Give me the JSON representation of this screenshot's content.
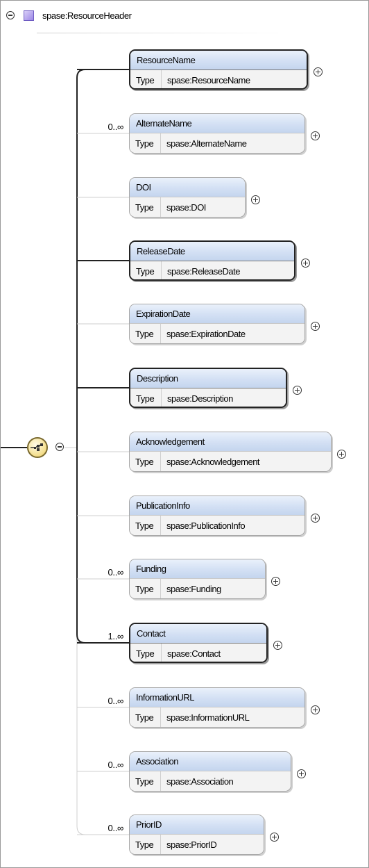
{
  "header": {
    "label": "spase:ResourceHeader"
  },
  "type_label": "Type",
  "elements": [
    {
      "name": "ResourceName",
      "type": "spase:ResourceName",
      "card": "",
      "required": true
    },
    {
      "name": "AlternateName",
      "type": "spase:AlternateName",
      "card": "0..∞",
      "required": false
    },
    {
      "name": "DOI",
      "type": "spase:DOI",
      "card": "",
      "required": false
    },
    {
      "name": "ReleaseDate",
      "type": "spase:ReleaseDate",
      "card": "",
      "required": true
    },
    {
      "name": "ExpirationDate",
      "type": "spase:ExpirationDate",
      "card": "",
      "required": false
    },
    {
      "name": "Description",
      "type": "spase:Description",
      "card": "",
      "required": true
    },
    {
      "name": "Acknowledgement",
      "type": "spase:Acknowledgement",
      "card": "",
      "required": false
    },
    {
      "name": "PublicationInfo",
      "type": "spase:PublicationInfo",
      "card": "",
      "required": false
    },
    {
      "name": "Funding",
      "type": "spase:Funding",
      "card": "0..∞",
      "required": false
    },
    {
      "name": "Contact",
      "type": "spase:Contact",
      "card": "1..∞",
      "required": true
    },
    {
      "name": "InformationURL",
      "type": "spase:InformationURL",
      "card": "0..∞",
      "required": false
    },
    {
      "name": "Association",
      "type": "spase:Association",
      "card": "0..∞",
      "required": false
    },
    {
      "name": "PriorID",
      "type": "spase:PriorID",
      "card": "0..∞",
      "required": false
    }
  ],
  "colors": {
    "name_band": "#d3e0f4",
    "type_band": "#f3f3f3",
    "required_border": "#222222",
    "optional_border": "#a7a7a7",
    "compositor_fill": "#f3dd8a",
    "type_swatch": "#9b86e6"
  }
}
